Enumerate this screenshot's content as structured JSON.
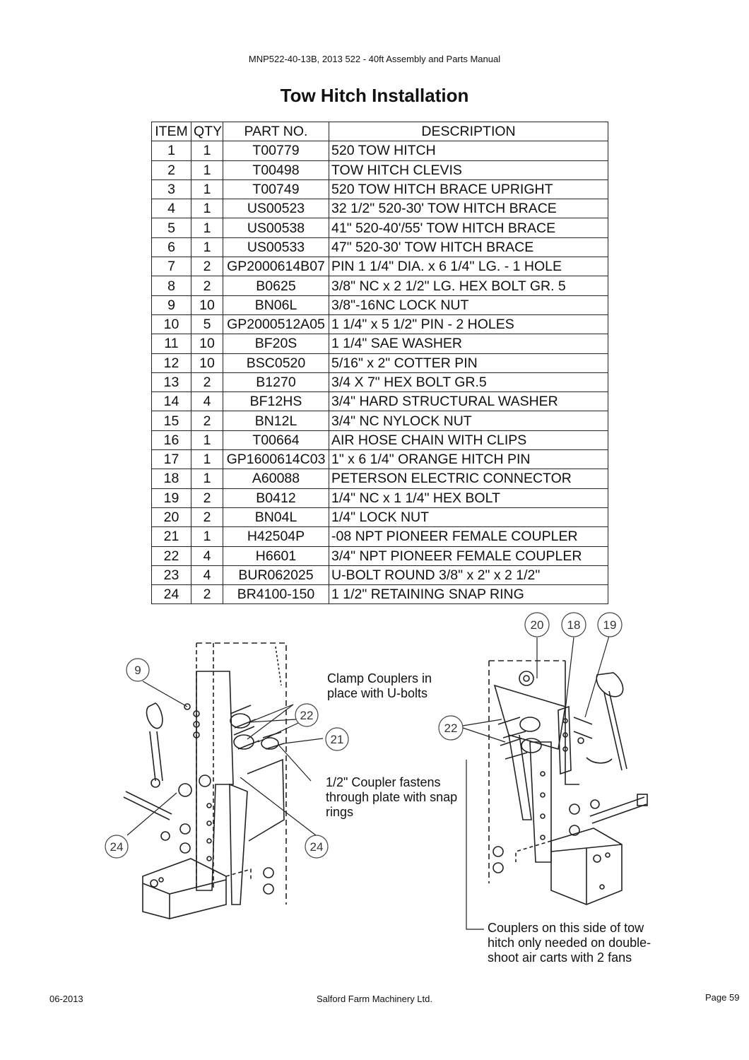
{
  "header": "MNP522-40-13B, 2013 522 - 40ft Assembly and Parts Manual",
  "title": "Tow Hitch Installation",
  "table": {
    "columns": [
      "ITEM",
      "QTY",
      "PART NO.",
      "DESCRIPTION"
    ],
    "rows": [
      [
        "1",
        "1",
        "T00779",
        "520 TOW HITCH"
      ],
      [
        "2",
        "1",
        "T00498",
        "TOW HITCH CLEVIS"
      ],
      [
        "3",
        "1",
        "T00749",
        "520 TOW HITCH BRACE UPRIGHT"
      ],
      [
        "4",
        "1",
        "US00523",
        "32 1/2\" 520-30' TOW HITCH BRACE"
      ],
      [
        "5",
        "1",
        "US00538",
        "41\" 520-40'/55' TOW HITCH BRACE"
      ],
      [
        "6",
        "1",
        "US00533",
        "47\" 520-30' TOW HITCH BRACE"
      ],
      [
        "7",
        "2",
        "GP2000614B07",
        "PIN 1 1/4\" DIA. x 6 1/4\" LG. - 1 HOLE"
      ],
      [
        "8",
        "2",
        "B0625",
        "3/8\" NC x 2 1/2\" LG. HEX BOLT GR. 5"
      ],
      [
        "9",
        "10",
        "BN06L",
        "3/8\"-16NC LOCK NUT"
      ],
      [
        "10",
        "5",
        "GP2000512A05",
        "1 1/4\" x 5 1/2\" PIN - 2 HOLES"
      ],
      [
        "11",
        "10",
        "BF20S",
        "1 1/4\" SAE WASHER"
      ],
      [
        "12",
        "10",
        "BSC0520",
        "5/16\" x 2\" COTTER PIN"
      ],
      [
        "13",
        "2",
        "B1270",
        "3/4 X 7\" HEX BOLT GR.5"
      ],
      [
        "14",
        "4",
        "BF12HS",
        "3/4\" HARD STRUCTURAL WASHER"
      ],
      [
        "15",
        "2",
        "BN12L",
        "3/4\" NC NYLOCK NUT"
      ],
      [
        "16",
        "1",
        "T00664",
        "AIR HOSE CHAIN WITH CLIPS"
      ],
      [
        "17",
        "1",
        "GP1600614C03",
        "1\" x 6 1/4\" ORANGE HITCH PIN"
      ],
      [
        "18",
        "1",
        "A60088",
        "PETERSON ELECTRIC CONNECTOR"
      ],
      [
        "19",
        "2",
        "B0412",
        "1/4\" NC x 1 1/4\" HEX BOLT"
      ],
      [
        "20",
        "2",
        "BN04L",
        "1/4\" LOCK NUT"
      ],
      [
        "21",
        "1",
        "H42504P",
        "-08 NPT PIONEER FEMALE COUPLER"
      ],
      [
        "22",
        "4",
        "H6601",
        "3/4\" NPT PIONEER FEMALE COUPLER"
      ],
      [
        "23",
        "4",
        "BUR062025",
        "U-BOLT ROUND 3/8\" x 2\" x 2 1/2\""
      ],
      [
        "24",
        "2",
        "BR4100-150",
        "1 1/2\" RETAINING SNAP RING"
      ]
    ]
  },
  "diagram": {
    "callouts": {
      "c9": "9",
      "c22a": "22",
      "c21": "21",
      "c24a": "24",
      "c24b": "24",
      "c20": "20",
      "c18": "18",
      "c19": "19",
      "c22b": "22"
    },
    "notes": {
      "clamp": [
        "Clamp Couplers in",
        "place with U-bolts"
      ],
      "coupler": [
        "1/2\" Coupler fastens",
        "through plate with snap",
        "rings"
      ],
      "side": [
        "Couplers on this side of tow",
        "hitch only needed on double-",
        "shoot air carts with 2 fans"
      ]
    }
  },
  "footer": {
    "date": "06-2013",
    "company": "Salford Farm Machinery Ltd.",
    "page": "Page 59"
  }
}
